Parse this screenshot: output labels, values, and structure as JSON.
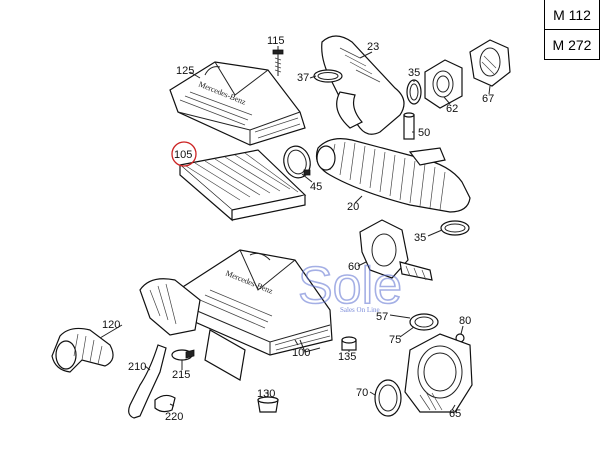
{
  "engine_codes": [
    "M 112",
    "M 272"
  ],
  "brand_text": "Mercedes-Benz",
  "watermark": {
    "text": "Sole",
    "tagline": "Sales On Line",
    "color": "#5b6fd0"
  },
  "highlight_color": "#cc2222",
  "callouts": [
    "115",
    "125",
    "23",
    "37",
    "35",
    "62",
    "67",
    "50",
    "105",
    "45",
    "20",
    "35",
    "60",
    "57",
    "75",
    "80",
    "120",
    "210",
    "215",
    "100",
    "135",
    "130",
    "220",
    "70",
    "65"
  ]
}
